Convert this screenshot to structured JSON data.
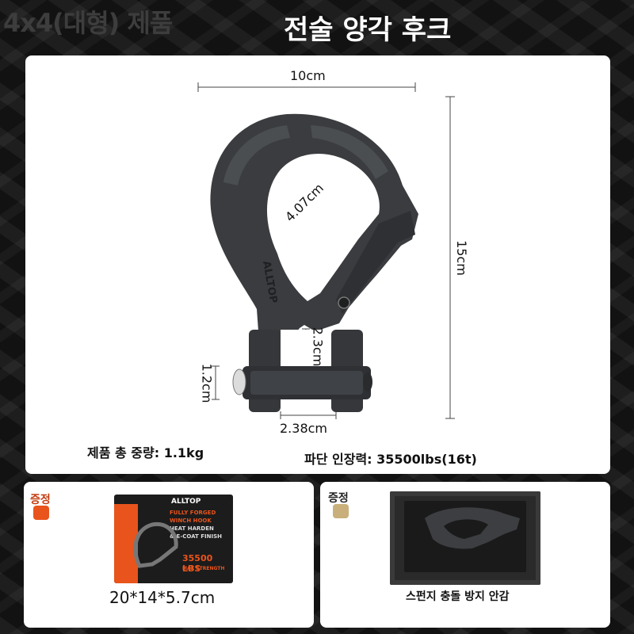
{
  "header": {
    "left_title": "4x4(대형) 제품",
    "right_title": "전술 양각 후크"
  },
  "dimensions": {
    "width": "10cm",
    "height": "15cm",
    "throat_opening": "4.07cm",
    "shackle_gap_height": "2.3cm",
    "pin_diameter": "1.2cm",
    "shackle_width": "2.38cm"
  },
  "specs": {
    "weight": "제품 총 중량: 1.1kg",
    "breaking_strength": "파단 인장력: 35500lbs(16t)"
  },
  "hook_logo": "ALLTOP",
  "gifts": [
    {
      "badge": "증정",
      "caption": "20*14*5.7cm",
      "box_brand": "ALLTOP",
      "box_lines": [
        "FULLY FORGED",
        "WINCH HOOK",
        "HEAT HARDEN",
        "& E-COAT FINISH"
      ],
      "box_rating": "35500 LBS",
      "box_rating_sub": "MAX STRENGTH"
    },
    {
      "badge": "증정",
      "caption": "스펀지 충돌 방지 안감"
    }
  ],
  "colors": {
    "background": "#141414",
    "panel": "#ffffff",
    "hook": "#3a3c3f",
    "box_accent": "#e8541c",
    "badge_left": "#e8541c",
    "badge_right": "#c9b07a"
  }
}
